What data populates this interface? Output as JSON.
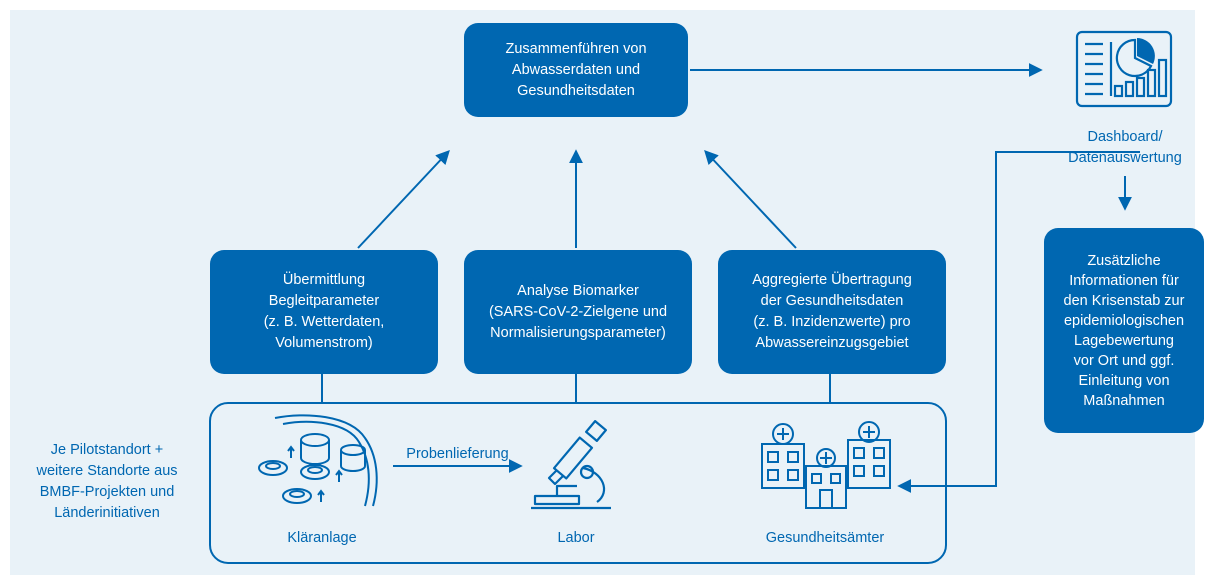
{
  "colors": {
    "primary": "#0067b1",
    "background": "#e9f2f8"
  },
  "top_box": "Zusammenführen von\nAbwasserdaten und\nGesundheitsdaten",
  "middle_boxes": [
    {
      "text": "Übermittlung\nBegleitparameter\n(z. B. Wetterdaten,\nVolumenstrom)"
    },
    {
      "text": "Analyse Biomarker\n(SARS-CoV-2-Zielgene und\nNormalisierungsparameter)"
    },
    {
      "text": "Aggregierte Übertragung\nder Gesundheitsdaten\n(z. B. Inzidenzwerte) pro\nAbwassereinzugsgebiet"
    }
  ],
  "right_box": "Zusätzliche\nInformationen für\nden Krisenstab zur\nepidemiologischen\nLagebewertung\nvor Ort und ggf.\nEinleitung von\nMaßnahmen",
  "dashboard_label": "Dashboard/\nDatenauswertung",
  "side_label": "Je Pilotstandort +\nweitere Standorte aus\nBMBF-Projekten und\nLänderinitiativen",
  "bottom_items": [
    {
      "label": "Kläranlage",
      "icon": "wastewater-plant-icon"
    },
    {
      "label": "Labor",
      "icon": "microscope-icon"
    },
    {
      "label": "Gesundheitsämter",
      "icon": "hospital-buildings-icon"
    }
  ],
  "transfer_label": "Probenlieferung"
}
